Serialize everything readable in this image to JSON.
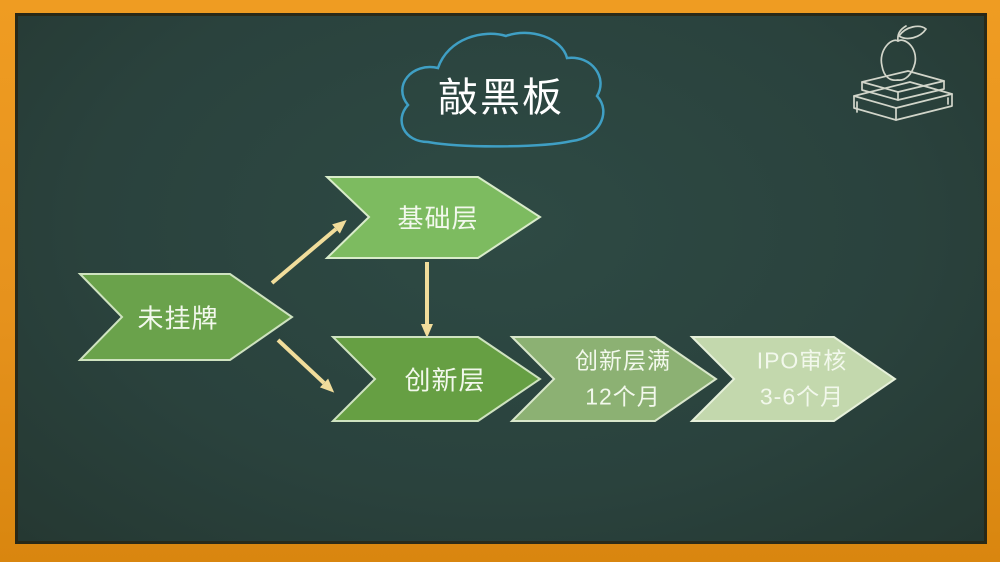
{
  "slide": {
    "title": "敲黑板",
    "background_color": "#2b433e",
    "frame_color": "#e6921d",
    "cloud_outline_color": "#3f9fc4",
    "arrow_color": "#f1dd9b",
    "label_color": "#f2f8ec",
    "shape_stroke_color": "#d6e8c6",
    "corner_sketch": "apple-on-books-chalk-sketch"
  },
  "nodes": [
    {
      "label": "未挂牌",
      "fill": "#6aa24b"
    },
    {
      "label": "基础层",
      "fill": "#7dbb60"
    },
    {
      "label": "创新层",
      "fill": "#669f43"
    },
    {
      "label": "创新层满",
      "label2": "12个月",
      "fill": "#8cb173"
    },
    {
      "label": "IPO审核",
      "label2": "3-6个月",
      "fill": "#c3d8ad"
    }
  ]
}
